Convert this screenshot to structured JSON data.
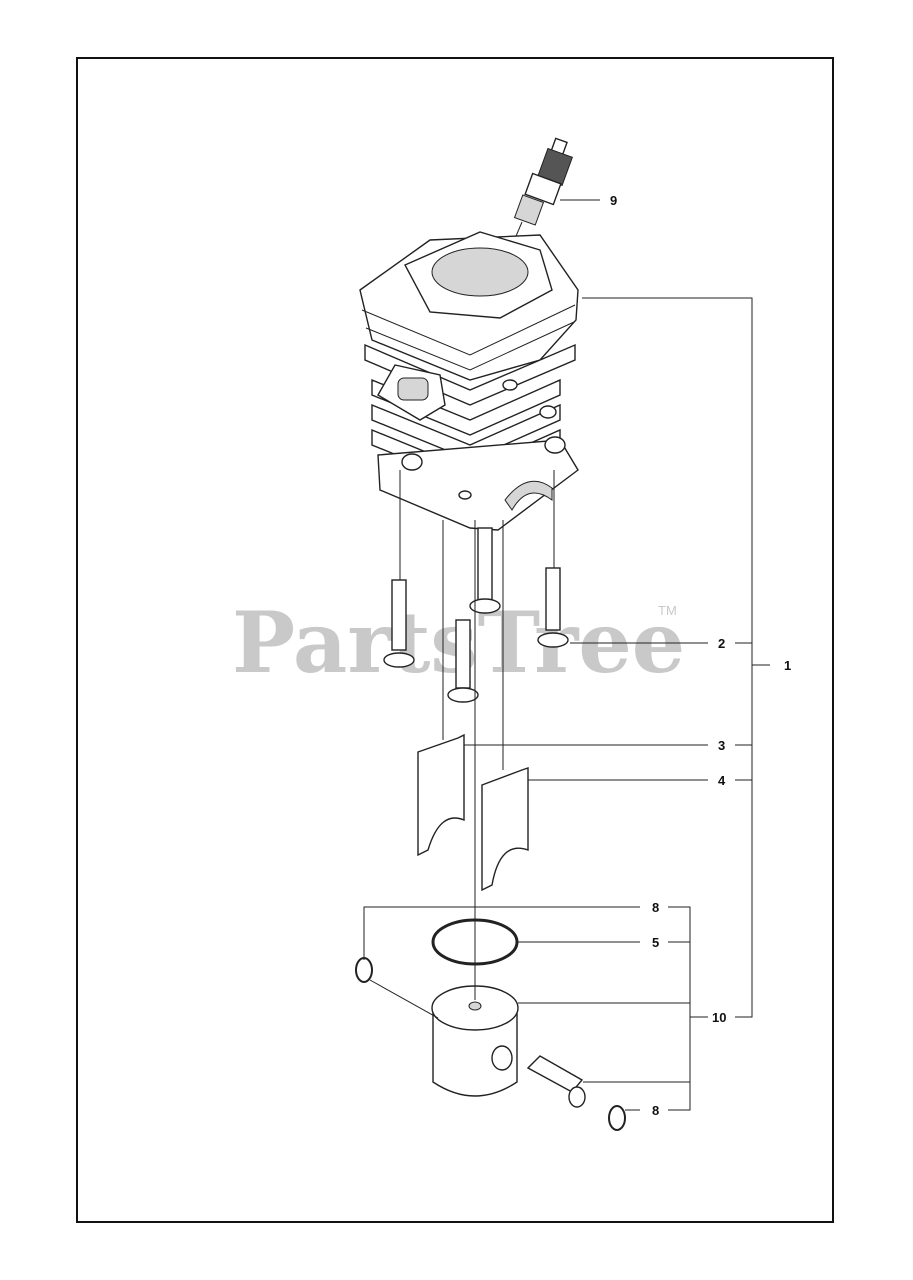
{
  "watermark": {
    "text": "PartsTree",
    "mark": "TM"
  },
  "callouts": [
    {
      "id": "9",
      "label": "9"
    },
    {
      "id": "1",
      "label": "1"
    },
    {
      "id": "2",
      "label": "2"
    },
    {
      "id": "3",
      "label": "3"
    },
    {
      "id": "4",
      "label": "4"
    },
    {
      "id": "8a",
      "label": "8"
    },
    {
      "id": "5",
      "label": "5"
    },
    {
      "id": "10",
      "label": "10"
    },
    {
      "id": "8b",
      "label": "8"
    }
  ]
}
